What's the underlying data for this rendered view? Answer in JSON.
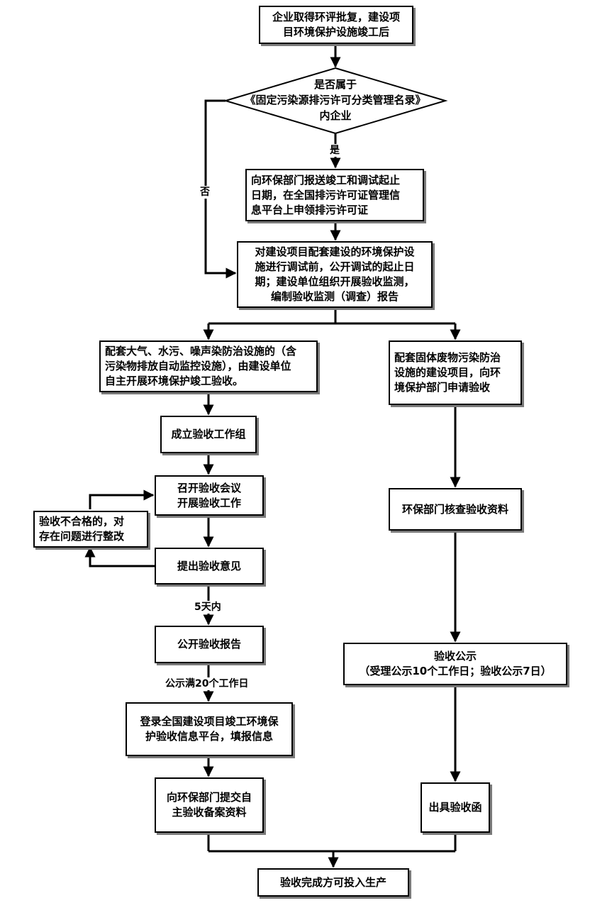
{
  "nodes": {
    "start": "企业取得环评批复，建设项\n目环境保护设施竣工后",
    "decision": "是否属于\n《固定污染源排污许可分类管理名录》\n内企业",
    "report_dates": "向环保部门报送竣工和调试起止\n日期，在全国排污许可证管理信\n息平台上申领排污许可证",
    "prep": "对建设项目配套建设的环境保护设\n施进行调试前，公开调试的起止日\n期；建设单位组织开展验收监测，\n编制验收监测（调查）报告",
    "self_accept": "配套大气、水污、噪声染防治设施的（含\n污染物排放自动监控设施），由建设单位\n自主开展环境保护竣工验收。",
    "solid_waste": "配套固体废物污染防治\n设施的建设项目，向环\n境保护部门申请验收",
    "work_group": "成立验收工作组",
    "meeting": "召开验收会议\n开展验收工作",
    "rectify": "验收不合格的，对\n存在问题进行整改",
    "opinion": "提出验收意见",
    "publish": "公开验收报告",
    "register": "登录全国建设项目竣工环境保\n护验收信息平台，填报信息",
    "submit": "向环保部门提交自\n主验收备案资料",
    "review": "环保部门核查验收资料",
    "announce": "验收公示\n（受理公示10个工作日；验收公示7日）",
    "letter": "出具验收函",
    "end": "验收完成方可投入生产"
  },
  "labels": {
    "yes": "是",
    "no": "否",
    "five_days": "5天内",
    "twenty_days": "公示满20个工作日"
  }
}
